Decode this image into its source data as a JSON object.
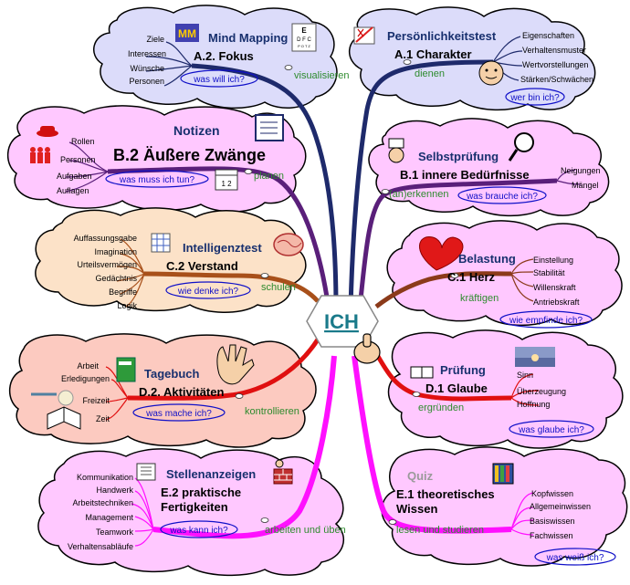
{
  "center": {
    "label": "ICH"
  },
  "colors": {
    "navy": "#1e2a6b",
    "green": "#2e8b2e",
    "purple": "#5a1f7a",
    "orange": "#b8551e",
    "red": "#e01010",
    "magenta": "#ff10ff",
    "dark_red": "#8b0000",
    "maroon": "#7a2a1a",
    "question": "#1010c8",
    "blue_title": "#18306e"
  },
  "branches": {
    "mind_mapping": {
      "title": "Mind Mapping",
      "subtitle": "A.2.  Fokus",
      "verb": "visualisieren",
      "question": "was will ich?",
      "items": [
        "Ziele",
        "Interessen",
        "Wünsche",
        "Personen"
      ]
    },
    "persoenlichkeit": {
      "title": "Persönlichkeitstest",
      "subtitle": "A.1  Charakter",
      "verb": "dienen",
      "question": "wer bin ich?",
      "items": [
        "Eigenschaften",
        "Verhaltensmuster",
        "Wertvorstellungen",
        "Stärken/Schwächen"
      ]
    },
    "notizen": {
      "title": "Notizen",
      "subtitle": "B.2 Äußere Zwänge",
      "verb": "planen",
      "question": "was muss ich tun?",
      "items": [
        "Rollen",
        "Personen",
        "Aufgaben",
        "Auflagen"
      ]
    },
    "selbstpruefung": {
      "title": "Selbstprüfung",
      "subtitle": "B.1 innere Bedürfnisse",
      "verb": "(an)erkennen",
      "question": "was brauche ich?",
      "items": [
        "Neigungen",
        "Mängel"
      ]
    },
    "intelligenz": {
      "title": "Intelligenztest",
      "subtitle": "C.2 Verstand",
      "verb": "schulen",
      "question": "wie denke ich?",
      "items": [
        "Auffassungsgabe",
        "Imagination",
        "Urteilsvermögen",
        "Gedächtnis",
        "Begriffe",
        "Logik"
      ]
    },
    "belastung": {
      "title": "Belastung",
      "subtitle": "C.1 Herz",
      "verb": "kräftigen",
      "question": "wie empfinde ich?",
      "items": [
        "Einstellung",
        "Stabilität",
        "Willenskraft",
        "Antriebskraft"
      ]
    },
    "tagebuch": {
      "title": "Tagebuch",
      "subtitle": "D.2.  Aktivitäten",
      "verb": "kontrollieren",
      "question": "was mache ich?",
      "items": [
        "Arbeit",
        "Erledigungen",
        "Freizeit",
        "Zeit"
      ]
    },
    "pruefung": {
      "title": "Prüfung",
      "subtitle": "D.1 Glaube",
      "verb": "ergründen",
      "question": "was glaube ich?",
      "items": [
        "Sinn",
        "Überzeugung",
        "Hoffnung"
      ]
    },
    "stellen": {
      "title": "Stellenanzeigen",
      "subtitle1": "E.2  praktische",
      "subtitle2": "Fertigkeiten",
      "verb": "arbeiten und üben",
      "question": "was kann ich?",
      "items": [
        "Kommunikation",
        "Handwerk",
        "Arbeitstechniken",
        "Management",
        "Teamwork",
        "Verhaltensabläufe"
      ]
    },
    "quiz": {
      "title": "Quiz",
      "subtitle1": "E.1  theoretisches",
      "subtitle2": "Wissen",
      "verb": "lesen und studieren",
      "question": "was weiß ich?",
      "items": [
        "Kopfwissen",
        "Allgemeinwissen",
        "Basiswissen",
        "Fachwissen"
      ]
    }
  }
}
